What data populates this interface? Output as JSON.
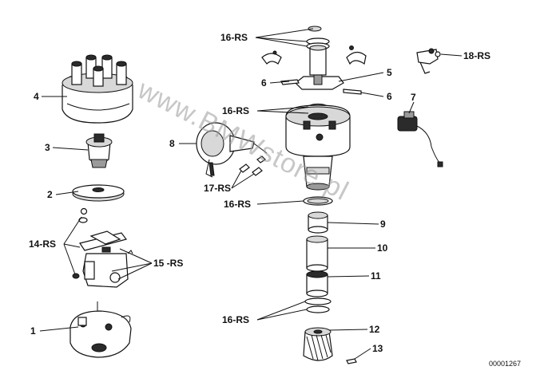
{
  "labels": {
    "p1": "1",
    "p2": "2",
    "p3": "3",
    "p4": "4",
    "p5": "5",
    "p6a": "6",
    "p6b": "6",
    "p7": "7",
    "p8": "8",
    "p9": "9",
    "p10": "10",
    "p11": "11",
    "p12": "12",
    "p13": "13",
    "rs14": "14-RS",
    "rs15": "15 -RS",
    "rs16a": "16-RS",
    "rs16b": "16-RS",
    "rs16c": "16-RS",
    "rs16d": "16-RS",
    "rs17": "17-RS",
    "rs18": "18-RS"
  },
  "reference_number": "00001267",
  "watermark": "www.BMWstore.pl",
  "colors": {
    "ink": "#111111",
    "watermark": "#9a9a9a",
    "background": "#ffffff"
  }
}
